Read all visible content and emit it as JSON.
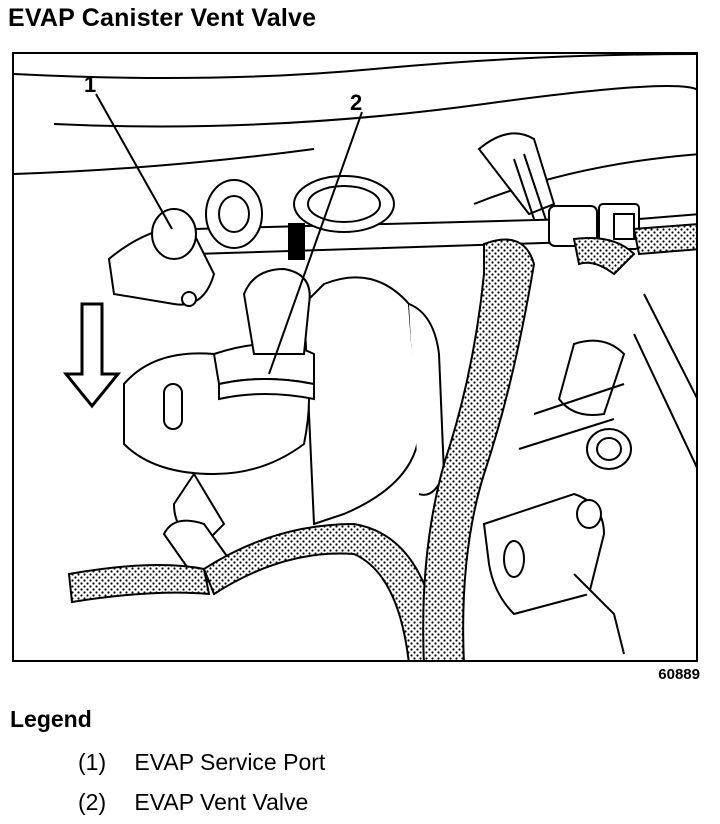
{
  "title": "EVAP Canister Vent Valve",
  "figure": {
    "callouts": [
      "1",
      "2"
    ],
    "figure_id": "60889",
    "direction_arrow_icon": "arrow-down-icon"
  },
  "legend": {
    "heading": "Legend",
    "items": [
      {
        "number": "(1)",
        "label": "EVAP Service Port"
      },
      {
        "number": "(2)",
        "label": "EVAP Vent Valve"
      }
    ]
  }
}
